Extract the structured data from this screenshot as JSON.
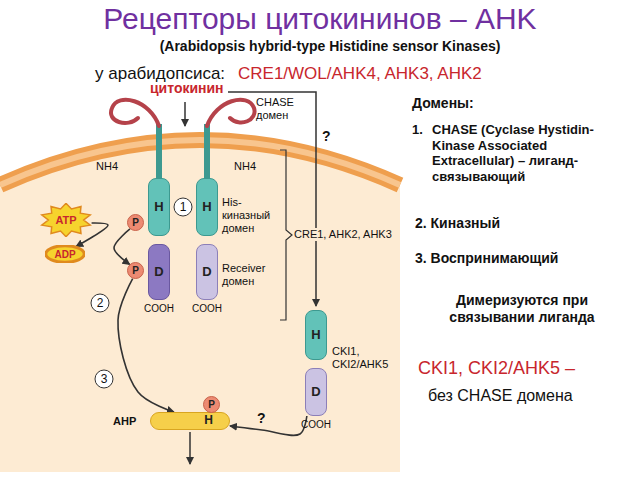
{
  "diagram": {
    "title": "Рецепторы цитокининов – AHK",
    "nodes": [
      {
        "text": [
          "ATP"
        ]
      },
      {
        "text": [
          "ADP"
        ]
      },
      {
        "text": [
          "H"
        ]
      },
      {
        "text": [
          "D"
        ]
      },
      {
        "text": [
          "H"
        ]
      },
      {
        "text": [
          "D"
        ]
      },
      {
        "text": [
          "P"
        ]
      },
      {
        "text": [
          "P"
        ]
      },
      {
        "text": [
          "AHP",
          "H"
        ]
      },
      {
        "text": [
          "P"
        ]
      },
      {
        "text": [
          "H"
        ]
      },
      {
        "text": [
          "D"
        ]
      }
    ],
    "edges": [
      {
        "from": 0,
        "to": 1,
        "arrow": "to"
      },
      {
        "from": 6,
        "to": 7,
        "arrow": "to"
      },
      {
        "from": 7,
        "to": 8,
        "arrow": "to"
      },
      {
        "from": 11,
        "to": 8,
        "arrow": "to",
        "label": "?"
      }
    ],
    "labels": [
      "(Arabidopsis hybrid-type Histidine sensor Kinases)",
      "у арабидопсиса:",
      "CRE1/WOL/AHK4, AHK3, AHK2",
      "цитокинин",
      "CHASE домен",
      "1",
      "NH4",
      "NH4",
      "His-киназный домен",
      "Receiver домен",
      "COOH",
      "COOH",
      "CRE1, AHK2, AHK3",
      "?",
      "2",
      "3",
      "CKI1, CKI2/AHK5",
      "COOH",
      "Домены:",
      "1.",
      "CHASE (Cyclase Hystidin-Kinase Associated Extracellular) – лиганд-связывающий",
      "2. Киназный",
      "3. Воспринимающий",
      "Димеризуются при связывании лиганда",
      "CKI1, CKI2/AHK5 –",
      "без CHASE домена"
    ]
  }
}
